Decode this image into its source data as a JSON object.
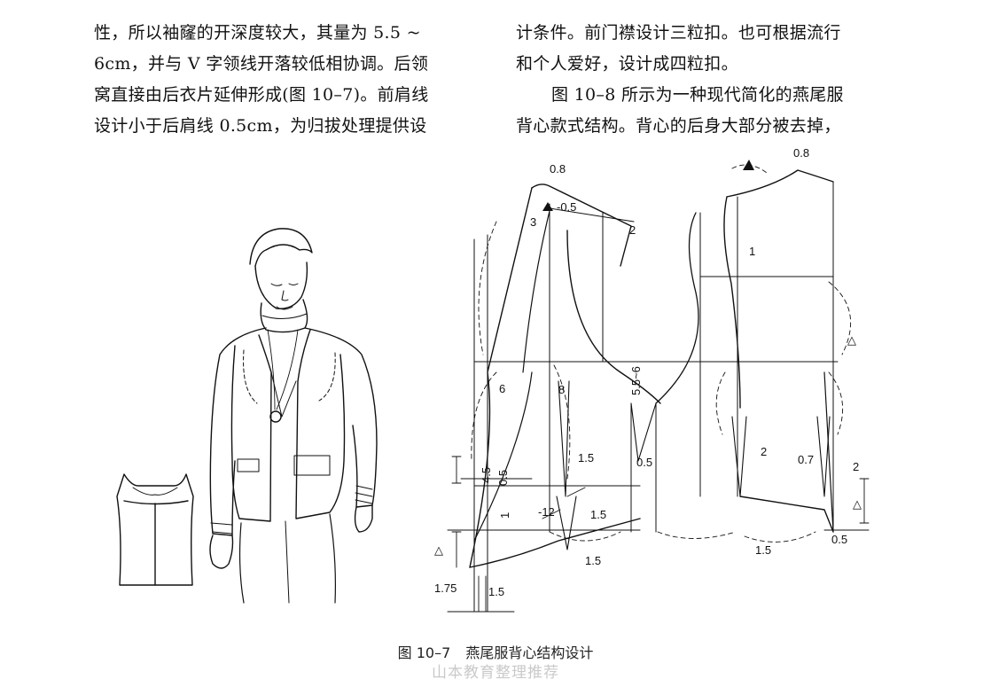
{
  "text": {
    "left_column": [
      "性，所以袖窿的开深度较大，其量为 5.5 ~",
      "6cm，并与 V 字领线开落较低相协调。后领",
      "窝直接由后衣片延伸形成(图 10–7)。前肩线",
      "设计小于后肩线 0.5cm，为归拔处理提供设"
    ],
    "right_column": [
      "计条件。前门襟设计三粒扣。也可根据流行",
      "和个人爱好，设计成四粒扣。",
      "图 10–8 所示为一种现代简化的燕尾服",
      "背心款式结构。背心的后身大部分被去掉，"
    ]
  },
  "figure": {
    "dimension_labels": {
      "d0_8_a": "0.8",
      "d0_8_b": "0.8",
      "d0_5_top": "-0.5",
      "d3": "3",
      "d2_top": "2",
      "d1_right": "1",
      "d6": "6",
      "d8": "8",
      "d5_5_6": "5.5~6",
      "d4_5": "4.5",
      "d0_5_left": "0.5",
      "d1_left": "1",
      "d12": "-12",
      "d1_5_a": "1.5",
      "d1_5_b": "1.5",
      "d1_5_c": "1.5",
      "d1_5_d": "1.5",
      "d1_5_e": "1.5",
      "d0_5_mid": "0.5",
      "d2_mid": "2",
      "d0_7": "0.7",
      "d2_right": "2",
      "d0_5_bottom": "0.5",
      "d1_75": "1.75",
      "tri1": "△",
      "tri2": "△",
      "tri3": "△"
    }
  },
  "caption": {
    "number": "图 10–7",
    "title": "燕尾服背心结构设计"
  },
  "watermark": "山本教育整理推荐"
}
